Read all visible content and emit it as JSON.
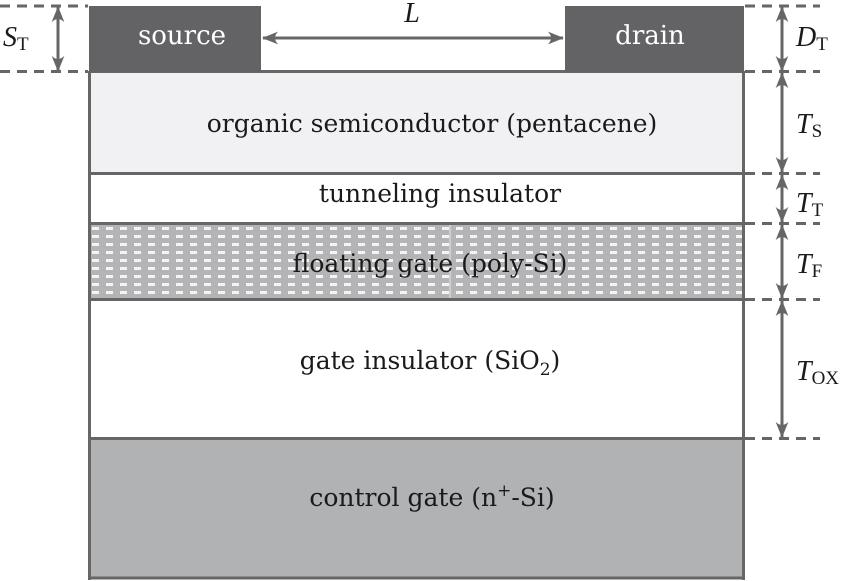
{
  "diagram": {
    "title": "Organic floating-gate transistor cross-section",
    "colors": {
      "electrode": "#636365",
      "semiconductor": "#f1f1f3",
      "insulator": "#ffffff",
      "floating_gate": "#b4b4b6",
      "floating_gate_dots": "#f4f4f4",
      "control_gate": "#b1b2b4",
      "outline": "#666666",
      "text": "#1a1a1a"
    },
    "electrodes": {
      "source": "source",
      "drain": "drain"
    },
    "layers": [
      {
        "id": "semiconductor",
        "label": "organic semiconductor (pentacene)"
      },
      {
        "id": "tunneling",
        "label": "tunneling insulator"
      },
      {
        "id": "floating",
        "label_main": "floating gate (poly-Si)"
      },
      {
        "id": "gate-insulator",
        "label_main": "gate insulator (SiO",
        "label_sub": "2",
        "label_end": ")"
      },
      {
        "id": "control",
        "label_main": "control gate (n",
        "label_sup": "+",
        "label_end": "-Si)"
      }
    ],
    "dimensions": {
      "channel_length": {
        "symbol": "L"
      },
      "source_thickness": {
        "symbol": "S",
        "subscript": "T"
      },
      "drain_thickness": {
        "symbol": "D",
        "subscript": "T"
      },
      "semiconductor_thickness": {
        "symbol": "T",
        "subscript": "S"
      },
      "tunneling_thickness": {
        "symbol": "T",
        "subscript": "T"
      },
      "floating_thickness": {
        "symbol": "T",
        "subscript": "F"
      },
      "oxide_thickness": {
        "symbol": "T",
        "subscript": "OX"
      }
    }
  }
}
